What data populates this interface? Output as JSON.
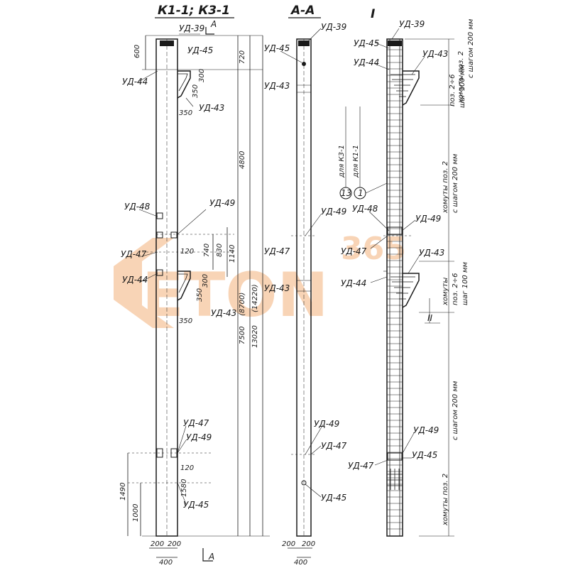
{
  "titles": {
    "view1": "К1-1; К3-1",
    "view2": "А-А",
    "view3": "I"
  },
  "section_marker": "А",
  "watermark": {
    "text": "ETON",
    "number": "365",
    "colors": {
      "mark": "#f3b27c"
    }
  },
  "view1": {
    "labels": {
      "ud39": "УД-39",
      "ud45": "УД-45",
      "ud44a": "УД-44",
      "ud43a": "УД-43",
      "ud48": "УД-48",
      "ud49a": "УД-49",
      "ud47a": "УД-47",
      "ud44b": "УД-44",
      "ud43b": "УД-43",
      "ud47b": "УД-47",
      "ud49b": "УД-49",
      "ud45b": "УД-45"
    },
    "dims": {
      "d600": "600",
      "d720": "720",
      "d300a": "300",
      "d350a": "350",
      "d350b": "350",
      "d4800": "4800",
      "d1140": "1140",
      "d830": "830",
      "d740": "740",
      "d120a": "120",
      "d300b": "300",
      "d350c": "350",
      "d350d": "350",
      "d8700": "(8700)",
      "d7500": "7500",
      "d14220": "(14220)",
      "d13020": "13020",
      "d1490": "1490",
      "d1000": "1000",
      "d1580": "1580",
      "d120b": "120",
      "d200a": "200",
      "d200b": "200",
      "d400": "400"
    }
  },
  "view2": {
    "labels": {
      "ud39": "УД-39",
      "ud45": "УД-45",
      "ud43a": "УД-43",
      "ud49a": "УД-49",
      "ud47a": "УД-47",
      "ud43b": "УД-43",
      "ud49b": "УД-49",
      "ud47b": "УД-47",
      "ud45b": "УД-45"
    },
    "dims": {
      "d200a": "200",
      "d200b": "200",
      "d400": "400"
    }
  },
  "view3": {
    "labels": {
      "ud39": "УД-39",
      "ud45": "УД-45",
      "ud44a": "УД-44",
      "ud43a": "УД-43",
      "ud48": "УД-48",
      "ud49a": "УД-49",
      "ud47a": "УД-47",
      "ud43b": "УД-43",
      "ud44b": "УД-44",
      "ud49b": "УД-49",
      "ud45b": "УД-45",
      "ud47b": "УД-47"
    },
    "marks": {
      "m13": "13",
      "m1": "1",
      "node2": "II"
    },
    "vertical_notes": {
      "k3": "для К3-1",
      "k1": "для К1-1",
      "stirrups_top_a": "хомуты поз. 2",
      "stirrups_top_b": "с шагом 200 мм",
      "pos_top": "поз. 2÷6",
      "pitch_top": "шаг 100 мм",
      "stirrups_mid_a": "хомуты поз. 2",
      "stirrups_mid_b": "с шагом 200 мм",
      "stirrups_mid2_a": "хомуты",
      "stirrups_mid2_b": "поз. 2÷6",
      "pitch_mid2": "шаг 100 мм",
      "stirrups_low_a": "хомуты поз. 2",
      "stirrups_low_b": "с шагом 200 мм"
    }
  }
}
